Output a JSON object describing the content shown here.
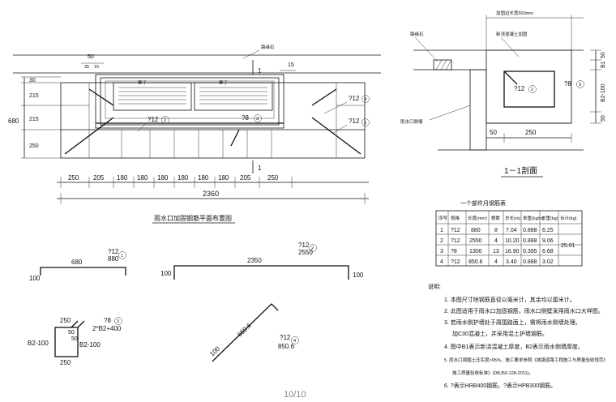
{
  "plan": {
    "title": "雨水口加固钢筋平面布置图",
    "grate_label": "箅子",
    "top_label": "路缘石",
    "section_marks": [
      "1",
      "1"
    ],
    "dims_top": [
      "50",
      "35",
      "15",
      "15"
    ],
    "dims_left": [
      "30",
      "215",
      "215",
      "250"
    ],
    "total_height": "680",
    "bottom_dims": [
      "250",
      "205",
      "180",
      "180",
      "180",
      "180",
      "180",
      "180",
      "205",
      "250"
    ],
    "total_width": "2360",
    "callouts": [
      {
        "text": "?12",
        "num": "4"
      },
      {
        "text": "?12",
        "num": "1"
      },
      {
        "text": "?12",
        "num": "2"
      },
      {
        "text": "?8",
        "num": "3"
      }
    ]
  },
  "section": {
    "title": "1－1剖面",
    "dim_top": "加固边长宽500mm",
    "label_left": "路缘石",
    "label_mid": "新浇混凝土加固",
    "label_bottom": "雨水口侧墙",
    "callouts": [
      {
        "text": "?12",
        "num": "2"
      },
      {
        "text": "?8",
        "num": "3"
      }
    ],
    "dims_right": [
      "50",
      "B1",
      "B2-100",
      "50"
    ],
    "dims_bottom": [
      "50",
      "250"
    ]
  },
  "shapes": {
    "s1": {
      "len": "680",
      "leg": "100",
      "label": "?12",
      "sub": "880",
      "num": "1"
    },
    "s2": {
      "len": "2350",
      "leg": "100",
      "leg2": "100",
      "label": "?12",
      "sub": "2550",
      "num": "2"
    },
    "s3": {
      "w": "250",
      "h": "B2-100",
      "h2": "B2-100",
      "w2": "250",
      "a": "50",
      "b": "50",
      "label": "?8",
      "sub": "2*B2+400",
      "num": "3"
    },
    "s4": {
      "len": "650.6",
      "leg": "100",
      "label": "?12",
      "sub": "850.6",
      "num": "4"
    }
  },
  "table": {
    "title": "一个部件月钢筋表",
    "headers": [
      "序号",
      "规格",
      "长度(mm)",
      "根数",
      "总长(m)",
      "单重(kg/m)",
      "总重(kg)",
      "合计(kg)"
    ],
    "rows": [
      [
        "1",
        "?12",
        "880",
        "8",
        "7.04",
        "0.888",
        "6.25"
      ],
      [
        "2",
        "?12",
        "2550",
        "4",
        "10.20",
        "0.888",
        "9.06"
      ],
      [
        "3",
        "?8",
        "1300",
        "13",
        "16.90",
        "0.395",
        "6.68"
      ],
      [
        "4",
        "?12",
        "850.6",
        "4",
        "3.40",
        "0.888",
        "3.02"
      ]
    ],
    "total": "25.01"
  },
  "notes": {
    "heading": "说明:",
    "items": [
      "1. 本图尺寸除钢筋直径以毫米计，其余均以厘米计。",
      "2. 此图适用于雨水口加固钢筋，雨水口侧壁采用雨水口大样图。",
      "3. 若雨水侧护墙处于周围路面上，需将雨水侧墙处理。",
      "加C30混凝土，并采用混土护墙钢筋。",
      "4. 图中B1表示新浇混凝土厚度，B2表示雨水侧墙厚度。",
      "5. 雨水口周围土压实度>95%，施工要求参照《城镇道路工程施工与质量验收规范》",
      "施工质量验收标准》(DBJ50-128-2011)。",
      "6. ?表示HRB400钢筋，?表示HPB300钢筋。"
    ]
  },
  "page_number": "10/10"
}
